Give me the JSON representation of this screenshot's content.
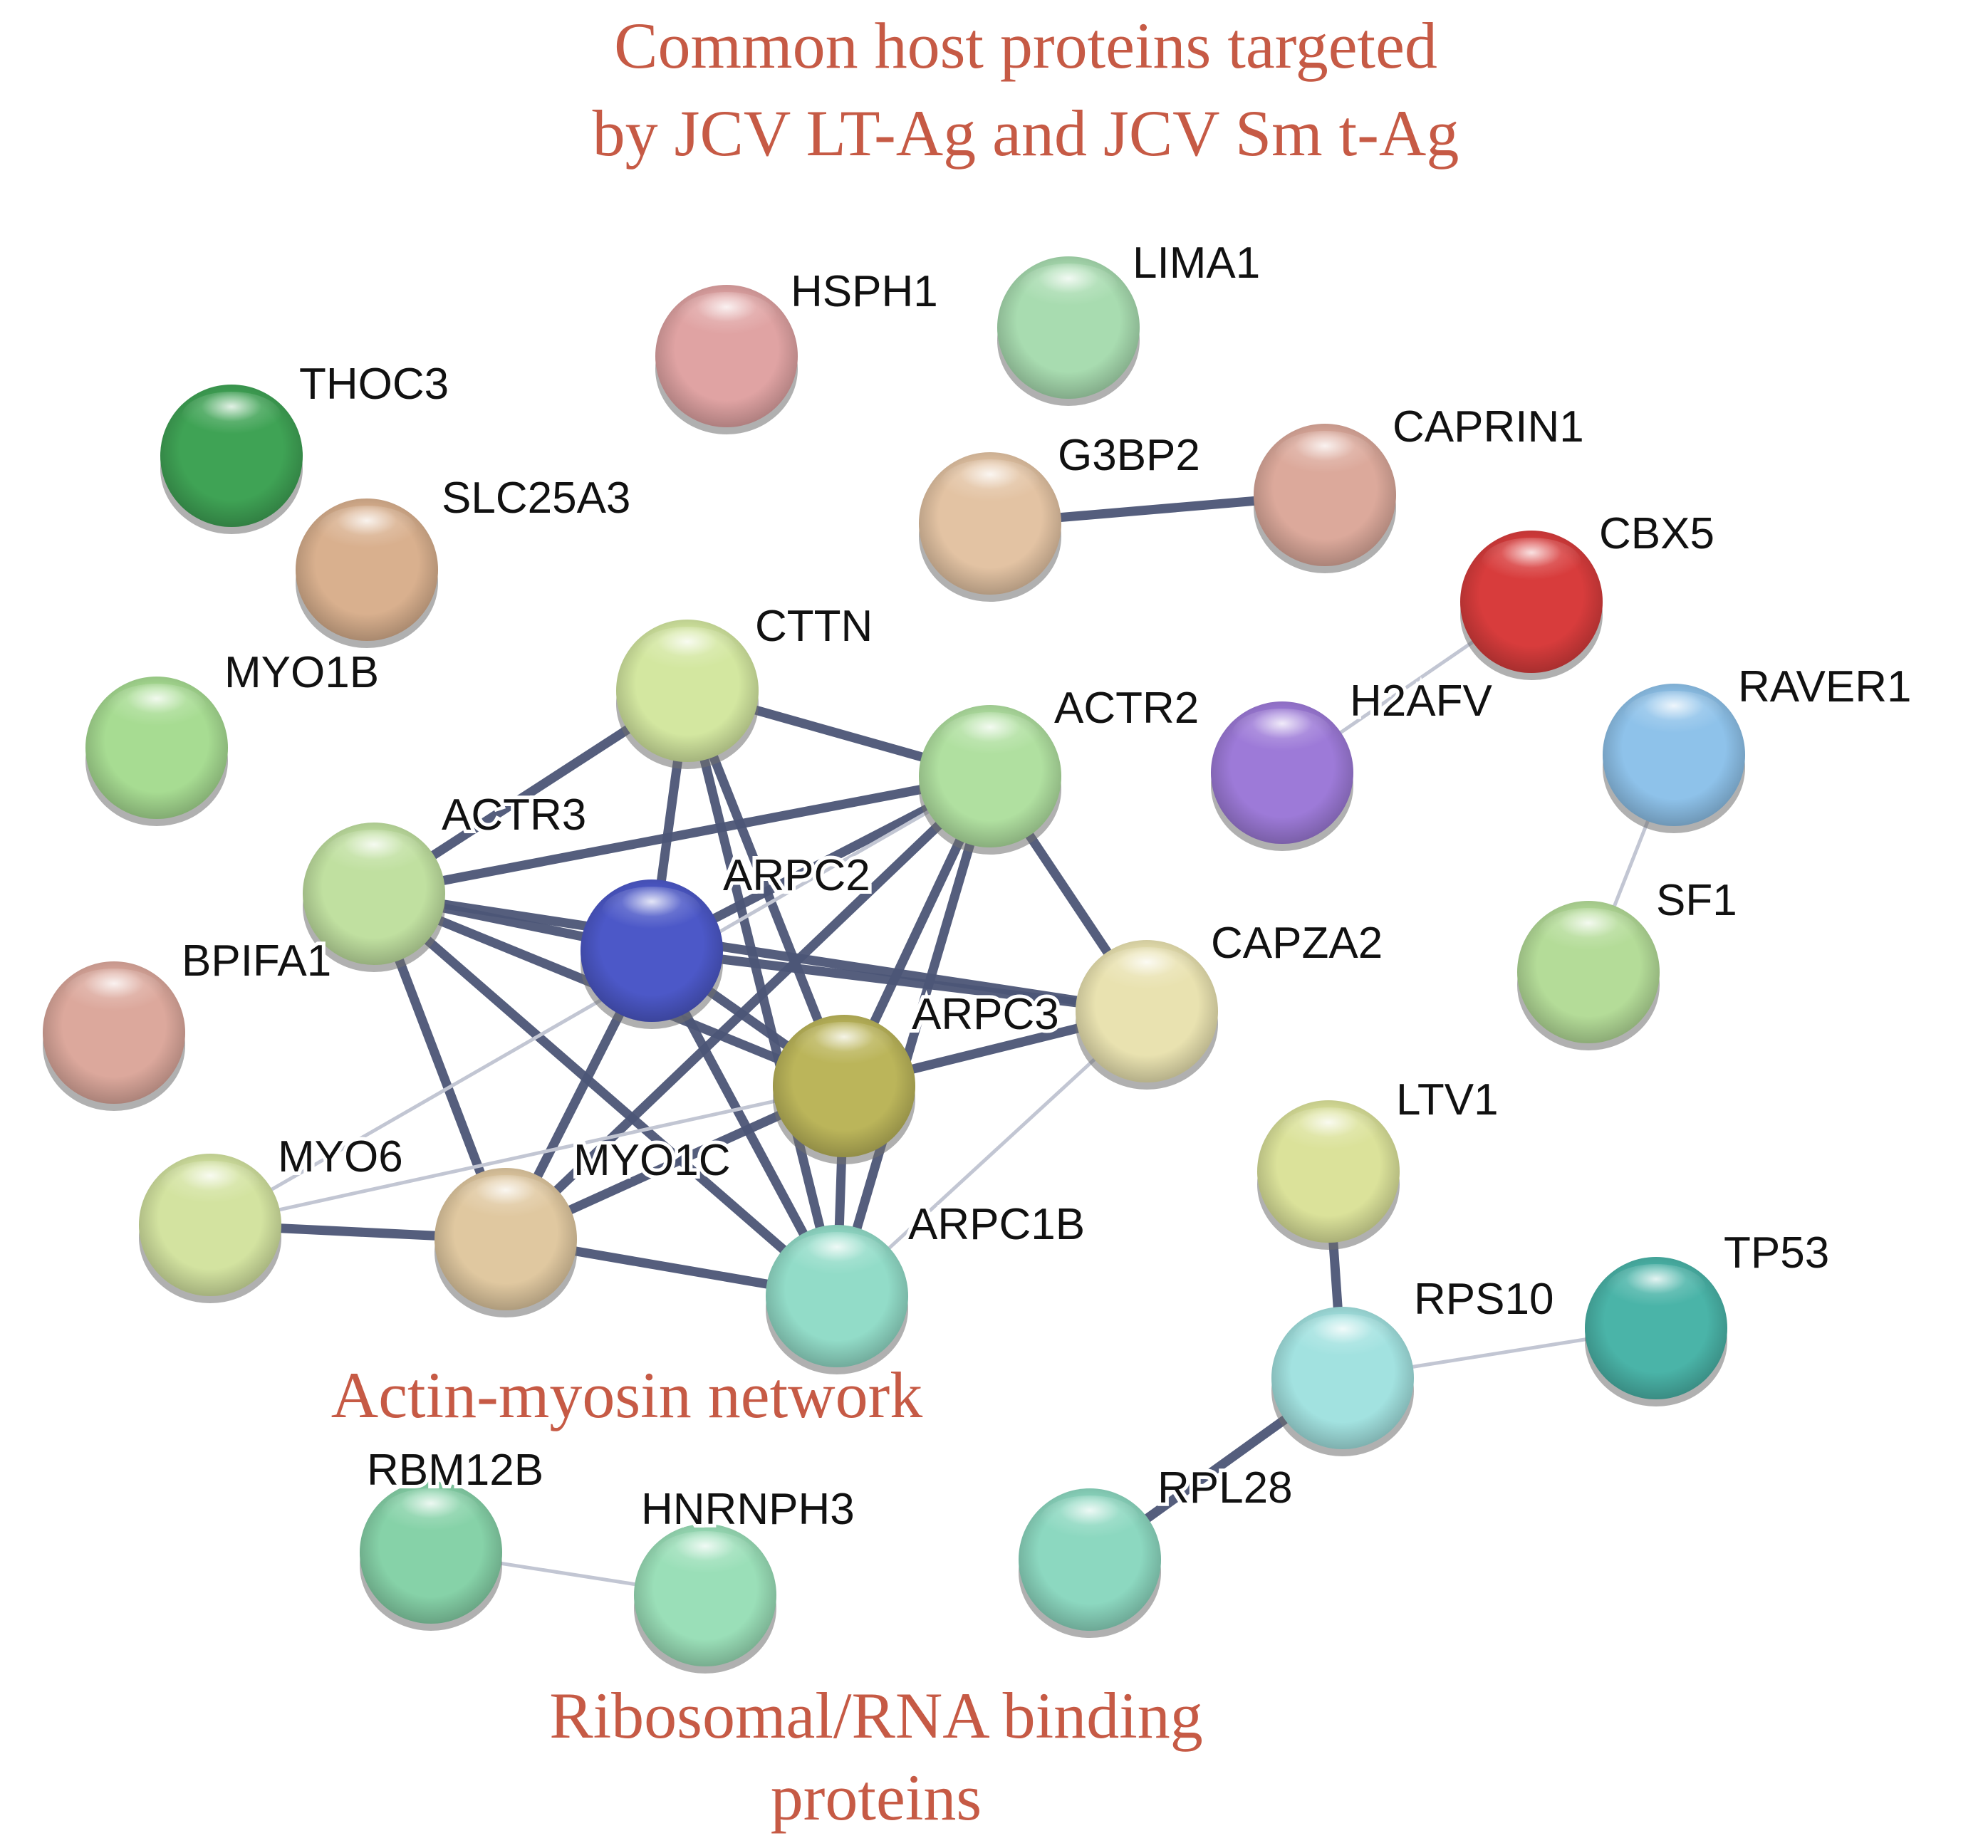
{
  "title_lines": [
    "Common host proteins targeted",
    "by JCV LT-Ag and JCV Sm t-Ag"
  ],
  "group_labels": [
    {
      "id": "actin",
      "text": "Actin-myosin network"
    },
    {
      "id": "ribo1",
      "text": "Ribosomal/RNA binding"
    },
    {
      "id": "ribo2",
      "text": "proteins"
    }
  ],
  "colors": {
    "title_text": "#c65a45",
    "edge": "#4c5677",
    "edge_weak": "#c2c6d3"
  },
  "nodes": [
    {
      "id": "HSPH1",
      "label": "HSPH1",
      "color": "#e0a3a3"
    },
    {
      "id": "LIMA1",
      "label": "LIMA1",
      "color": "#a8dcb0"
    },
    {
      "id": "THOC3",
      "label": "THOC3",
      "color": "#3fa355"
    },
    {
      "id": "SLC25A3",
      "label": "SLC25A3",
      "color": "#d9b08e"
    },
    {
      "id": "G3BP2",
      "label": "G3BP2",
      "color": "#e3c3a3"
    },
    {
      "id": "CAPRIN1",
      "label": "CAPRIN1",
      "color": "#dca99b"
    },
    {
      "id": "CBX5",
      "label": "CBX5",
      "color": "#d83c3c"
    },
    {
      "id": "CTTN",
      "label": "CTTN",
      "color": "#d3e7a0"
    },
    {
      "id": "MYO1B",
      "label": "MYO1B",
      "color": "#a7dc92"
    },
    {
      "id": "ACTR2",
      "label": "ACTR2",
      "color": "#b0e0a0"
    },
    {
      "id": "H2AFV",
      "label": "H2AFV",
      "color": "#9d7ad8"
    },
    {
      "id": "RAVER1",
      "label": "RAVER1",
      "color": "#8ec2ea"
    },
    {
      "id": "ACTR3",
      "label": "ACTR3",
      "color": "#c0e0a0"
    },
    {
      "id": "ARPC2",
      "label": "ARPC2",
      "color": "#4c58c8"
    },
    {
      "id": "SF1",
      "label": "SF1",
      "color": "#b4dc98"
    },
    {
      "id": "CAPZA2",
      "label": "CAPZA2",
      "color": "#e9e2b0"
    },
    {
      "id": "BPIFA1",
      "label": "BPIFA1",
      "color": "#dca89c"
    },
    {
      "id": "ARPC3",
      "label": "ARPC3",
      "color": "#bbb55a"
    },
    {
      "id": "LTV1",
      "label": "LTV1",
      "color": "#dbe29a"
    },
    {
      "id": "MYO6",
      "label": "MYO6",
      "color": "#d3e3a0"
    },
    {
      "id": "MYO1C",
      "label": "MYO1C",
      "color": "#e0c8a0"
    },
    {
      "id": "ARPC1B",
      "label": "ARPC1B",
      "color": "#92dcc8"
    },
    {
      "id": "TP53",
      "label": "TP53",
      "color": "#4ab4a8"
    },
    {
      "id": "RPS10",
      "label": "RPS10",
      "color": "#a2e2e0"
    },
    {
      "id": "RBM12B",
      "label": "RBM12B",
      "color": "#86d2a8"
    },
    {
      "id": "HNRNPH3",
      "label": "HNRNPH3",
      "color": "#9adfb8"
    },
    {
      "id": "RPL28",
      "label": "RPL28",
      "color": "#8cd8c0"
    }
  ],
  "edges": [
    {
      "source": "G3BP2",
      "target": "CAPRIN1",
      "strength": "strong"
    },
    {
      "source": "CBX5",
      "target": "H2AFV",
      "strength": "weak"
    },
    {
      "source": "RAVER1",
      "target": "SF1",
      "strength": "weak"
    },
    {
      "source": "CTTN",
      "target": "ACTR3",
      "strength": "strong"
    },
    {
      "source": "CTTN",
      "target": "ACTR2",
      "strength": "strong"
    },
    {
      "source": "CTTN",
      "target": "ARPC2",
      "strength": "strong"
    },
    {
      "source": "CTTN",
      "target": "ARPC3",
      "strength": "strong"
    },
    {
      "source": "CTTN",
      "target": "ARPC1B",
      "strength": "strong"
    },
    {
      "source": "ACTR3",
      "target": "ACTR2",
      "strength": "strong"
    },
    {
      "source": "ACTR3",
      "target": "ARPC2",
      "strength": "strong"
    },
    {
      "source": "ACTR3",
      "target": "ARPC3",
      "strength": "strong"
    },
    {
      "source": "ACTR3",
      "target": "ARPC1B",
      "strength": "strong"
    },
    {
      "source": "ACTR3",
      "target": "CAPZA2",
      "strength": "strong"
    },
    {
      "source": "ACTR3",
      "target": "MYO1C",
      "strength": "strong"
    },
    {
      "source": "ACTR2",
      "target": "ARPC2",
      "strength": "strong"
    },
    {
      "source": "ACTR2",
      "target": "ARPC3",
      "strength": "strong"
    },
    {
      "source": "ACTR2",
      "target": "ARPC1B",
      "strength": "strong"
    },
    {
      "source": "ACTR2",
      "target": "CAPZA2",
      "strength": "strong"
    },
    {
      "source": "ACTR2",
      "target": "MYO1C",
      "strength": "strong"
    },
    {
      "source": "ACTR2",
      "target": "MYO6",
      "strength": "weak"
    },
    {
      "source": "ARPC2",
      "target": "ARPC3",
      "strength": "strong"
    },
    {
      "source": "ARPC2",
      "target": "ARPC1B",
      "strength": "strong"
    },
    {
      "source": "ARPC2",
      "target": "CAPZA2",
      "strength": "strong"
    },
    {
      "source": "ARPC2",
      "target": "MYO1C",
      "strength": "strong"
    },
    {
      "source": "ARPC3",
      "target": "ARPC1B",
      "strength": "strong"
    },
    {
      "source": "ARPC3",
      "target": "CAPZA2",
      "strength": "strong"
    },
    {
      "source": "ARPC3",
      "target": "MYO1C",
      "strength": "strong"
    },
    {
      "source": "ARPC3",
      "target": "MYO6",
      "strength": "weak"
    },
    {
      "source": "CAPZA2",
      "target": "ARPC1B",
      "strength": "weak"
    },
    {
      "source": "MYO6",
      "target": "MYO1C",
      "strength": "strong"
    },
    {
      "source": "MYO1C",
      "target": "ARPC1B",
      "strength": "strong"
    },
    {
      "source": "LTV1",
      "target": "RPS10",
      "strength": "strong"
    },
    {
      "source": "RPS10",
      "target": "TP53",
      "strength": "weak"
    },
    {
      "source": "RPS10",
      "target": "RPL28",
      "strength": "strong"
    },
    {
      "source": "RBM12B",
      "target": "HNRNPH3",
      "strength": "weak"
    }
  ]
}
